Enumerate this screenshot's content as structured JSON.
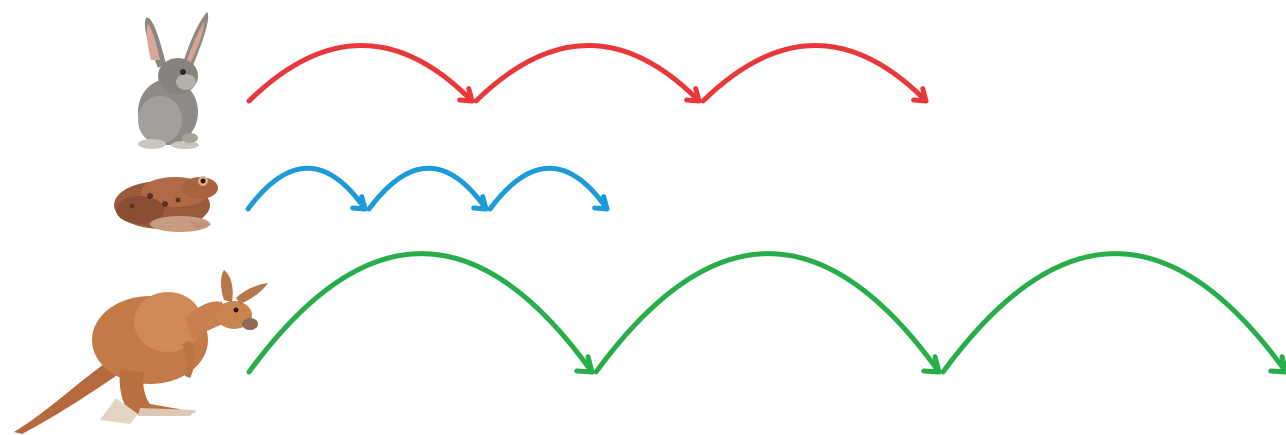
{
  "rows": [
    {
      "animal": "rabbit",
      "icon": "rabbit-icon",
      "jumps": 3,
      "color": "#e8383a"
    },
    {
      "animal": "frog",
      "icon": "frog-icon",
      "jumps": 3,
      "color": "#1d9ad8"
    },
    {
      "animal": "kangaroo",
      "icon": "kangaroo-icon",
      "jumps": 3,
      "color": "#27ad4a"
    }
  ]
}
